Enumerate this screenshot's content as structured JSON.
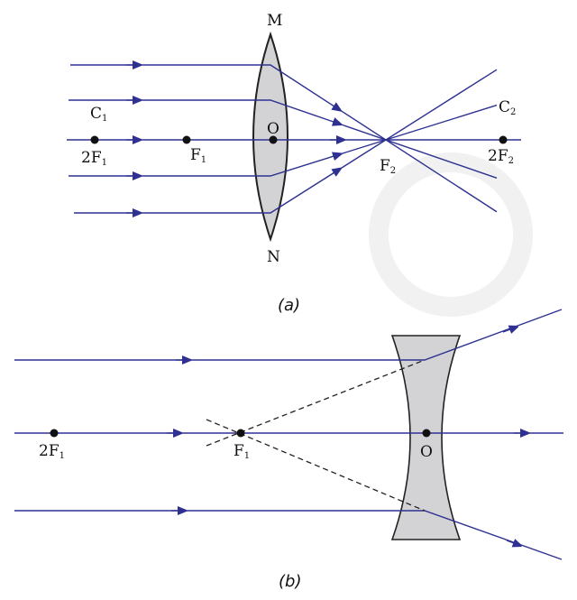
{
  "colors": {
    "ray": "#2e3192",
    "lens_fill": "#d3d3d5",
    "lens_stroke": "#222222",
    "dashed": "#222222"
  },
  "figure_a": {
    "caption": "(a)",
    "lens_type": "convex",
    "labels": {
      "M": "M",
      "N": "N",
      "O": "O",
      "C1": "C",
      "C1_sub": "1",
      "C2": "C",
      "C2_sub": "2",
      "twoF1": "2F",
      "twoF1_sub": "1",
      "F1": "F",
      "F1_sub": "1",
      "F2": "F",
      "F2_sub": "2",
      "twoF2": "2F",
      "twoF2_sub": "2"
    }
  },
  "figure_b": {
    "caption": "(b)",
    "lens_type": "concave",
    "labels": {
      "O": "O",
      "twoF1": "2F",
      "twoF1_sub": "1",
      "F1": "F",
      "F1_sub": "1"
    }
  }
}
